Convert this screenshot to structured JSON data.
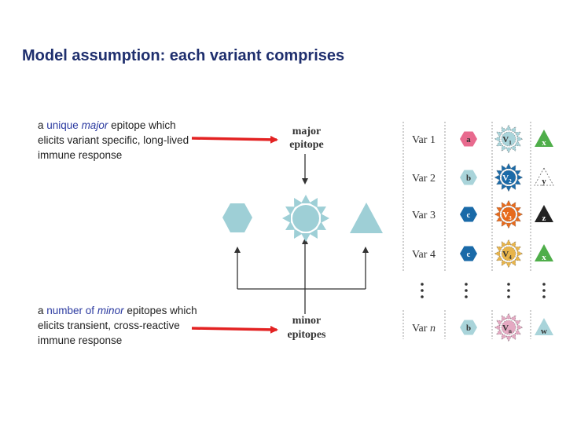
{
  "title": "Model assumption: each variant comprises",
  "major_desc": {
    "prefix": "a ",
    "hl1": "unique ",
    "hl2": "major",
    "rest": " epitope which elicits variant specific, long-lived immune response"
  },
  "minor_desc": {
    "prefix": "a ",
    "hl1": "number of ",
    "hl2": "minor",
    "rest": " epitopes which elicits transient, cross-reactive immune response"
  },
  "diagram": {
    "major_label": [
      "major",
      "epitope"
    ],
    "minor_label": [
      "minor",
      "epitopes"
    ],
    "colors": {
      "light": "#9ecfd6",
      "arrow_red": "#e32222",
      "line": "#333333"
    },
    "variants": [
      {
        "label": "Var 1",
        "minor": "a",
        "minor_color": "#e86a8e",
        "major": "V",
        "major_sub": "1",
        "major_color": "#a9d4da",
        "tri": "x",
        "tri_color": "#4fae4a"
      },
      {
        "label": "Var 2",
        "minor": "b",
        "minor_color": "#a9d4da",
        "major": "V",
        "major_sub": "2",
        "major_color": "#1a6aa8",
        "tri": "y",
        "tri_color": "#ffffff"
      },
      {
        "label": "Var 3",
        "minor": "c",
        "minor_color": "#1a6aa8",
        "major": "V",
        "major_sub": "3",
        "major_color": "#e76a1c",
        "tri": "z",
        "tri_color": "#222222"
      },
      {
        "label": "Var 4",
        "minor": "c",
        "minor_color": "#1a6aa8",
        "major": "V",
        "major_sub": "4",
        "major_color": "#e8b44a",
        "tri": "x",
        "tri_color": "#4fae4a"
      },
      {
        "label": "Var n",
        "minor": "b",
        "minor_color": "#a9d4da",
        "major": "V",
        "major_sub": "n",
        "major_color": "#e4a9c2",
        "tri": "w",
        "tri_color": "#a9d4da"
      }
    ]
  }
}
